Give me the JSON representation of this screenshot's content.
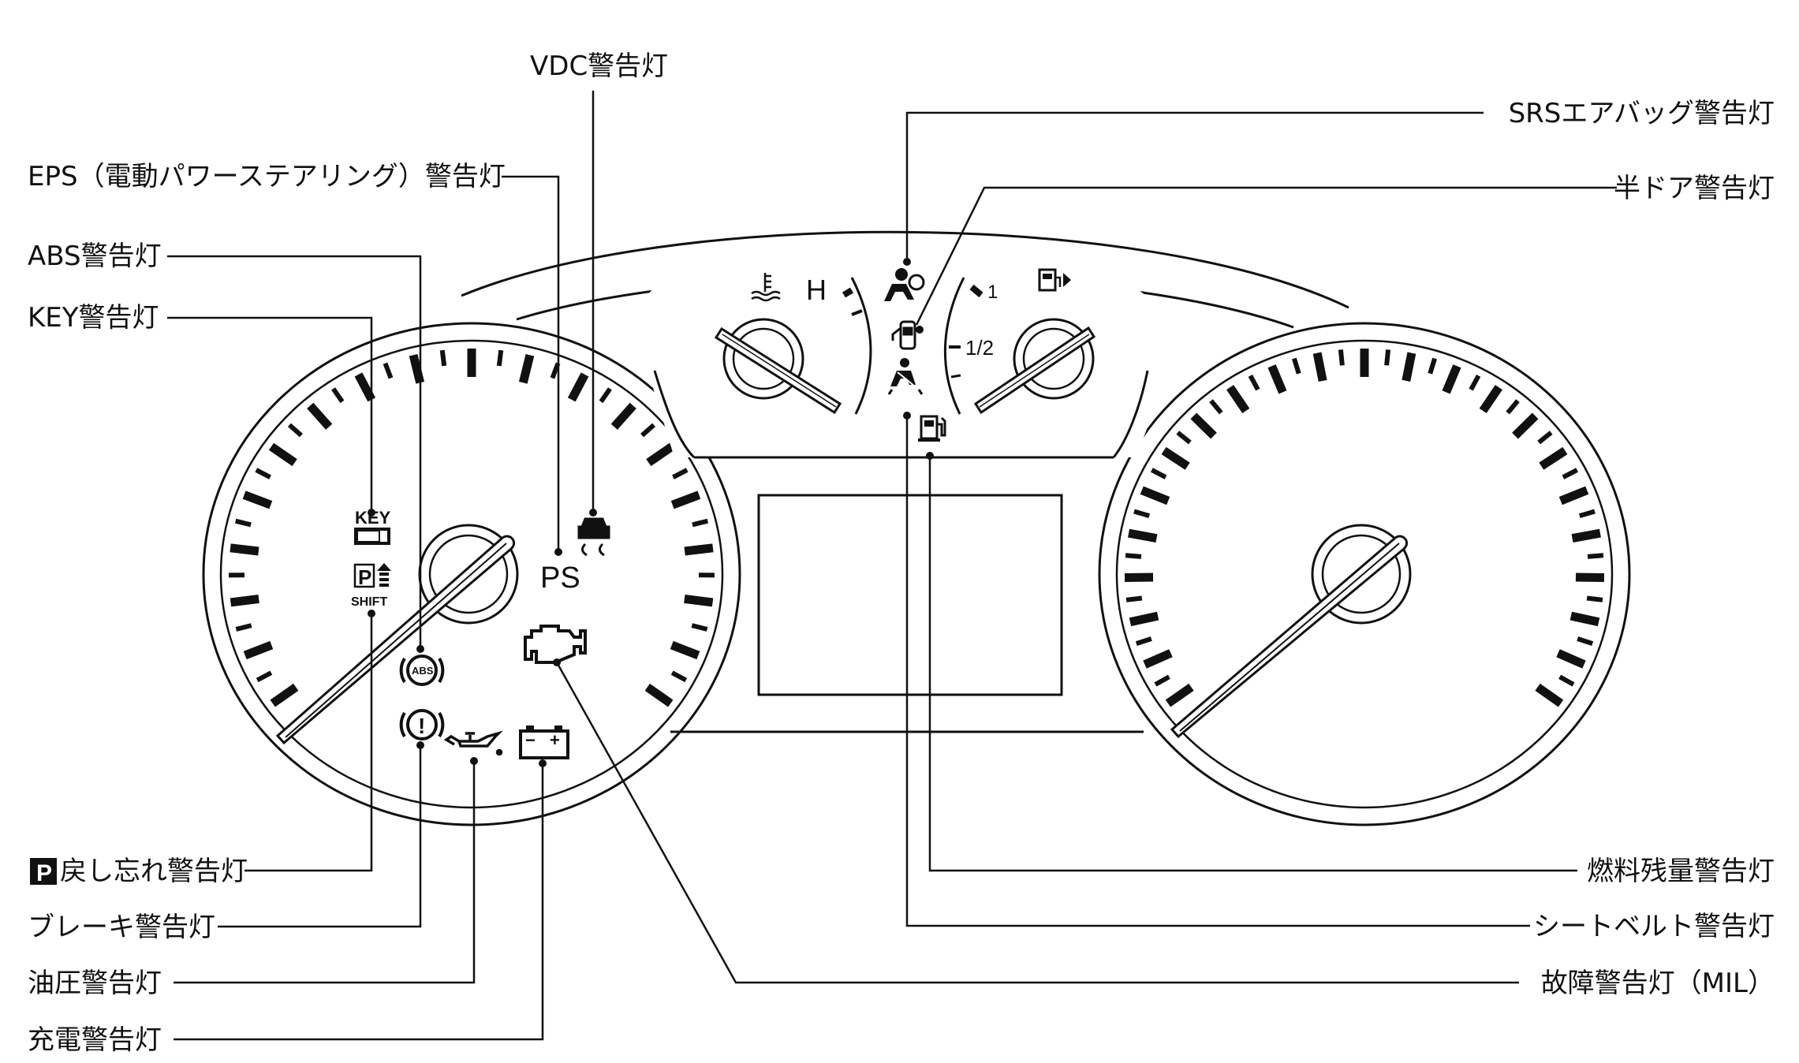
{
  "labels": {
    "vdc": "VDC警告灯",
    "eps": "EPS（電動パワーステアリング）警告灯",
    "abs": "ABS警告灯",
    "key": "KEY警告灯",
    "p_badge": "P",
    "p_return": "戻し忘れ警告灯",
    "brake": "ブレーキ警告灯",
    "oil": "油圧警告灯",
    "charge": "充電警告灯",
    "srs": "SRSエアバッグ警告灯",
    "half_door": "半ドア警告灯",
    "fuel_low": "燃料残量警告灯",
    "seatbelt": "シートベルト警告灯",
    "mil": "故障警告灯（MIL）"
  },
  "icons": {
    "key_text": "KEY",
    "shift_p": "P",
    "shift_text": "SHIFT",
    "ps_text": "PS",
    "abs_text": "ABS",
    "brake_text": "!",
    "battery_minus": "−",
    "battery_plus": "+"
  },
  "gauges": {
    "temp_h": "H",
    "fuel_full": "1",
    "fuel_half": "1/2"
  }
}
